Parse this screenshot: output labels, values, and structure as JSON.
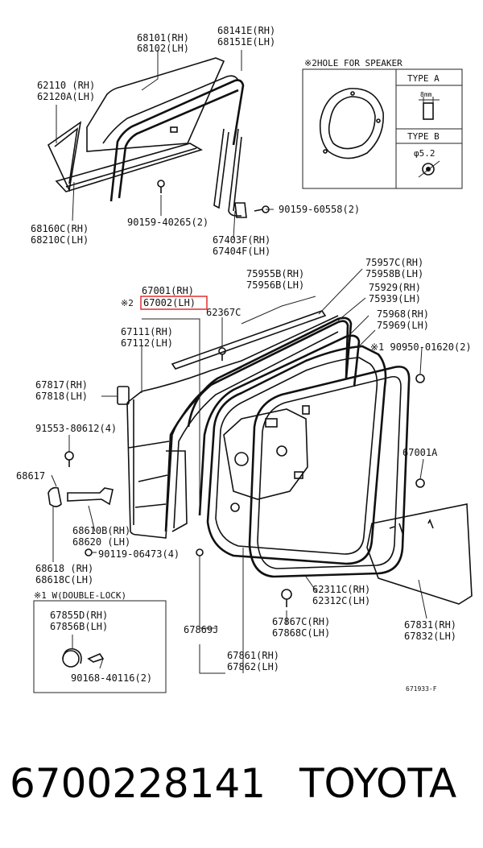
{
  "labels": {
    "glass": [
      "68101(RH)",
      "68102(LH)"
    ],
    "run": [
      "68141E(RH)",
      "68151E(LH)"
    ],
    "quarter": [
      "62110 (RH)",
      "62120A(LH)"
    ],
    "belt": [
      "68160C(RH)",
      "68210C(LH)"
    ],
    "screw1": "90159-40265(2)",
    "screw2": "90159-60558(2)",
    "channel": [
      "67403F(RH)",
      "67404F(LH)"
    ],
    "door": [
      "67001(RH)",
      "67002(LH)"
    ],
    "ref2": "※2",
    "clip": "62367C",
    "frame": [
      "67111(RH)",
      "67112(LH)"
    ],
    "w1": [
      "75955B(RH)",
      "75956B(LH)"
    ],
    "w2": [
      "75957C(RH)",
      "75958B(LH)"
    ],
    "w3": [
      "75929(RH)",
      "75939(LH)"
    ],
    "w4": [
      "75968(RH)",
      "75969(LH)"
    ],
    "bolt": "※1 90950-01620(2)",
    "bracket": [
      "67817(RH)",
      "67818(LH)"
    ],
    "p91553": "91553-80612(4)",
    "p67001A": "67001A",
    "p68617": "68617",
    "hinge": [
      "68610B(RH)",
      "68620 (LH)"
    ],
    "p90119": "90119-06473(4)",
    "check": [
      "68618 (RH)",
      "68618C(LH)"
    ],
    "seal1": [
      "62311C(RH)",
      "62312C(LH)"
    ],
    "p67869": "67869J",
    "seal2": [
      "67867C(RH)",
      "67868C(LH)"
    ],
    "seal3": [
      "67861(RH)",
      "67862(LH)"
    ],
    "cover": [
      "67831(RH)",
      "67832(LH)"
    ],
    "dbl_title": "※1 W(DOUBLE-LOCK)",
    "dbl_part": [
      "67855D(RH)",
      "67856B(LH)"
    ],
    "dbl_screw": "90168-40116(2)",
    "fig_code": "671933-F"
  },
  "speaker": {
    "title": "※2HOLE FOR SPEAKER",
    "type_a": "TYPE A",
    "type_a_dim": "8mm",
    "type_b": "TYPE B",
    "type_b_dim": "φ5.2"
  },
  "highlight_color": "#e02020",
  "footer": {
    "part_number": "6700228141",
    "brand": "TOYOTA"
  }
}
